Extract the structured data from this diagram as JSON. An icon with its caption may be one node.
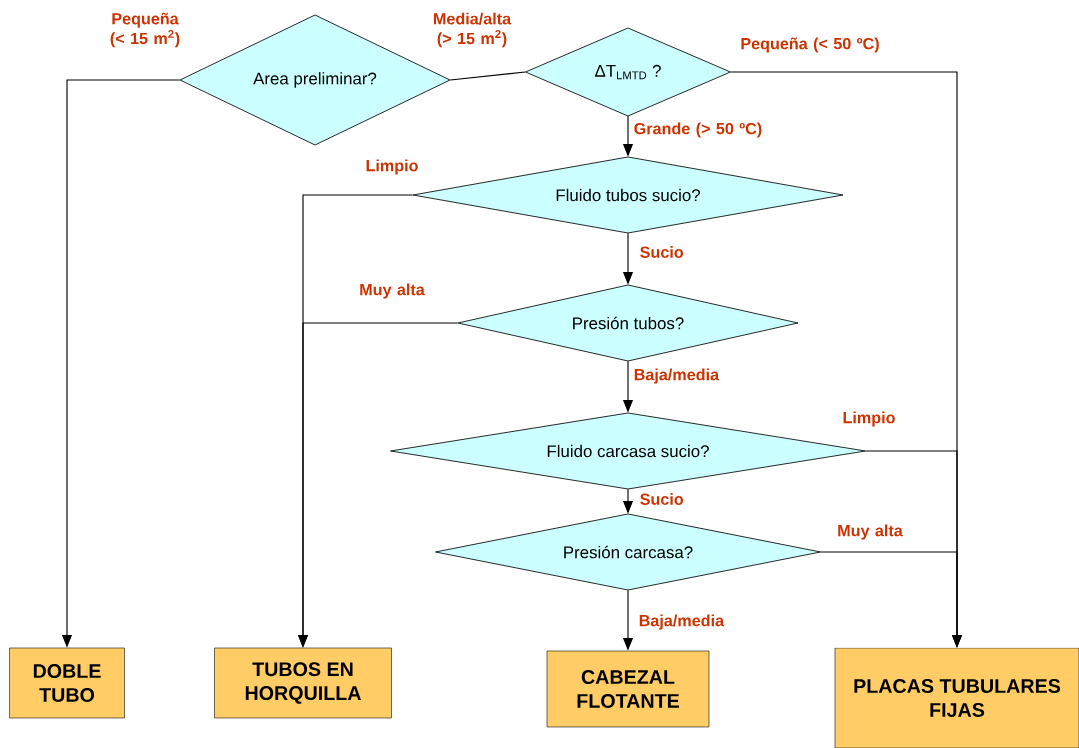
{
  "diagram": {
    "nodes": [
      {
        "text": [
          "Area preliminar?"
        ]
      },
      {
        "text": [
          "ΔT$_{LMTD}$ ?"
        ]
      },
      {
        "text": [
          "Fluido tubos sucio?"
        ]
      },
      {
        "text": [
          "Presión tubos?"
        ]
      },
      {
        "text": [
          "Fluido carcasa sucio?"
        ]
      },
      {
        "text": [
          "Presión carcasa?"
        ]
      },
      {
        "text": [
          "DOBLE TUBO"
        ]
      },
      {
        "text": [
          "TUBOS EN HORQUILLA"
        ]
      },
      {
        "text": [
          "CABEZAL FLOTANTE"
        ]
      },
      {
        "text": [
          "PLACAS TUBULARES FIJAS"
        ]
      }
    ],
    "edges": [
      {
        "from": 0,
        "to": 6,
        "arrow": "to",
        "label": "Pequeña (< 15 m$^{2}$)"
      },
      {
        "from": 0,
        "to": 1,
        "arrow": "none",
        "label": "Media/alta (> 15 m$^{2}$)"
      },
      {
        "from": 1,
        "to": 9,
        "arrow": "to",
        "label": "Pequeña (< 50 ºC)"
      },
      {
        "from": 1,
        "to": 2,
        "arrow": "to",
        "label": "Grande (> 50 ºC)"
      },
      {
        "from": 2,
        "to": 7,
        "arrow": "to",
        "label": "Limpio"
      },
      {
        "from": 2,
        "to": 3,
        "arrow": "to",
        "label": "Sucio"
      },
      {
        "from": 3,
        "to": 7,
        "arrow": "to",
        "label": "Muy alta"
      },
      {
        "from": 3,
        "to": 4,
        "arrow": "to",
        "label": "Baja/media"
      },
      {
        "from": 4,
        "to": 9,
        "arrow": "to",
        "label": "Limpio"
      },
      {
        "from": 4,
        "to": 5,
        "arrow": "to",
        "label": "Sucio"
      },
      {
        "from": 5,
        "to": 8,
        "arrow": "to",
        "label": "Baja/media"
      },
      {
        "from": 5,
        "to": 9,
        "arrow": "to",
        "label": "Muy alta"
      }
    ]
  }
}
